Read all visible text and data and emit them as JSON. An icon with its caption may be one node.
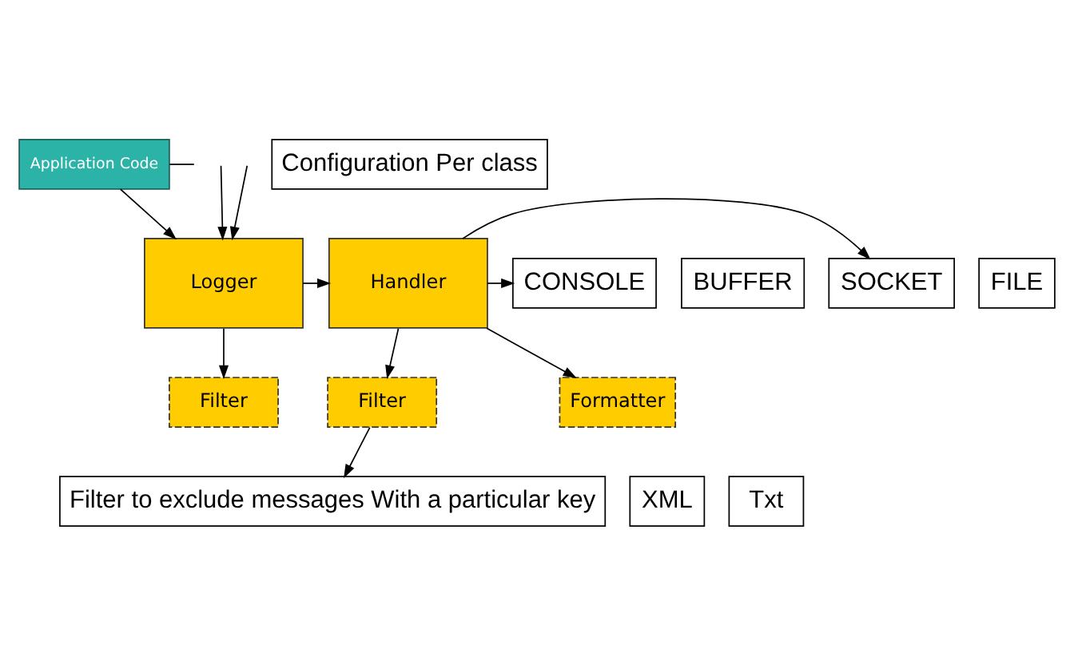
{
  "diagram": {
    "nodes": [
      {
        "text": [
          "Application Code"
        ]
      },
      {
        "text": [
          "Configuration Per class"
        ]
      },
      {
        "text": [
          "Logger"
        ]
      },
      {
        "text": [
          "Handler"
        ]
      },
      {
        "text": [
          "CONSOLE"
        ]
      },
      {
        "text": [
          "BUFFER"
        ]
      },
      {
        "text": [
          "SOCKET"
        ]
      },
      {
        "text": [
          "FILE"
        ]
      },
      {
        "text": [
          "Filter"
        ]
      },
      {
        "text": [
          "Filter"
        ]
      },
      {
        "text": [
          "Formatter"
        ]
      },
      {
        "text": [
          "Filter to exclude messages With a particular key"
        ]
      },
      {
        "text": [
          "XML"
        ]
      },
      {
        "text": [
          "Txt"
        ]
      }
    ],
    "edges": [
      {
        "from": 0,
        "to": 2,
        "arrow": "to"
      },
      {
        "from": 0,
        "to": null,
        "arrow": "none"
      },
      {
        "from": null,
        "to": 2,
        "arrow": "to"
      },
      {
        "from": null,
        "to": 2,
        "arrow": "to"
      },
      {
        "from": 2,
        "to": 3,
        "arrow": "to"
      },
      {
        "from": 3,
        "to": 4,
        "arrow": "to"
      },
      {
        "from": 3,
        "to": 6,
        "arrow": "to"
      },
      {
        "from": 2,
        "to": 8,
        "arrow": "to"
      },
      {
        "from": 3,
        "to": 9,
        "arrow": "to"
      },
      {
        "from": 3,
        "to": 10,
        "arrow": "to"
      },
      {
        "from": 9,
        "to": 11,
        "arrow": "to"
      }
    ]
  }
}
